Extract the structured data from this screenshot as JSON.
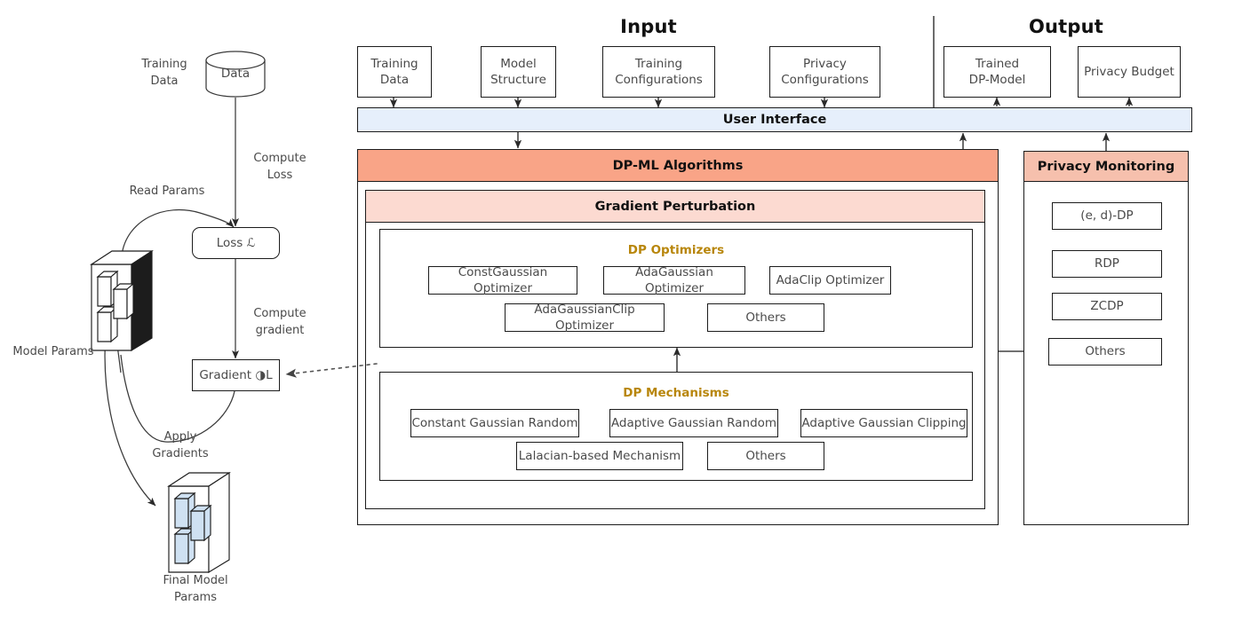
{
  "sections": {
    "input_title": "Input",
    "output_title": "Output"
  },
  "input_boxes": [
    {
      "line1": "Training",
      "line2": "Data"
    },
    {
      "line1": "Model",
      "line2": "Structure"
    },
    {
      "line1": "Training",
      "line2": "Configurations"
    },
    {
      "line1": "Privacy",
      "line2": "Configurations"
    }
  ],
  "output_boxes": [
    {
      "line1": "Trained",
      "line2": "DP-Model"
    },
    {
      "line1": "Privacy Budget",
      "line2": ""
    }
  ],
  "bars": {
    "user_interface": "User Interface",
    "dp_ml_algorithms": "DP-ML Algorithms",
    "gradient_perturbation": "Gradient Perturbation",
    "privacy_monitoring": "Privacy Monitoring"
  },
  "dp_optimizers": {
    "title": "DP Optimizers",
    "row1": [
      "ConstGaussian Optimizer",
      "AdaGaussian Optimizer",
      "AdaClip Optimizer"
    ],
    "row2": [
      "AdaGaussianClip Optimizer",
      "Others"
    ]
  },
  "dp_mechanisms": {
    "title": "DP Mechanisms",
    "row1": [
      "Constant Gaussian Random",
      "Adaptive Gaussian Random",
      "Adaptive Gaussian Clipping"
    ],
    "row2": [
      "Lalacian-based Mechanism",
      "Others"
    ]
  },
  "privacy_monitoring_items": [
    "(e, d)-DP",
    "RDP",
    "ZCDP",
    "Others"
  ],
  "left_flow": {
    "training_data_label_l1": "Training",
    "training_data_label_l2": "Data",
    "data_cylinder": "Data",
    "compute_loss_l1": "Compute",
    "compute_loss_l2": "Loss",
    "read_params": "Read Params",
    "loss_node": "Loss ℒ",
    "compute_gradient_l1": "Compute",
    "compute_gradient_l2": "gradient",
    "gradient_node": "Gradient ◑L",
    "model_params": "Model Params",
    "apply_gradients_l1": "Apply",
    "apply_gradients_l2": "Gradients",
    "final_model_params_l1": "Final Model",
    "final_model_params_l2": "Params"
  },
  "colors": {
    "user_interface_bg": "#e6effb",
    "dp_ml_bg": "#f9a487",
    "gradient_perturbation_bg": "#fcdad1",
    "privacy_monitoring_bg": "#f6c0ad",
    "group_title": "#b8860b",
    "stroke": "#1c1c1c"
  }
}
